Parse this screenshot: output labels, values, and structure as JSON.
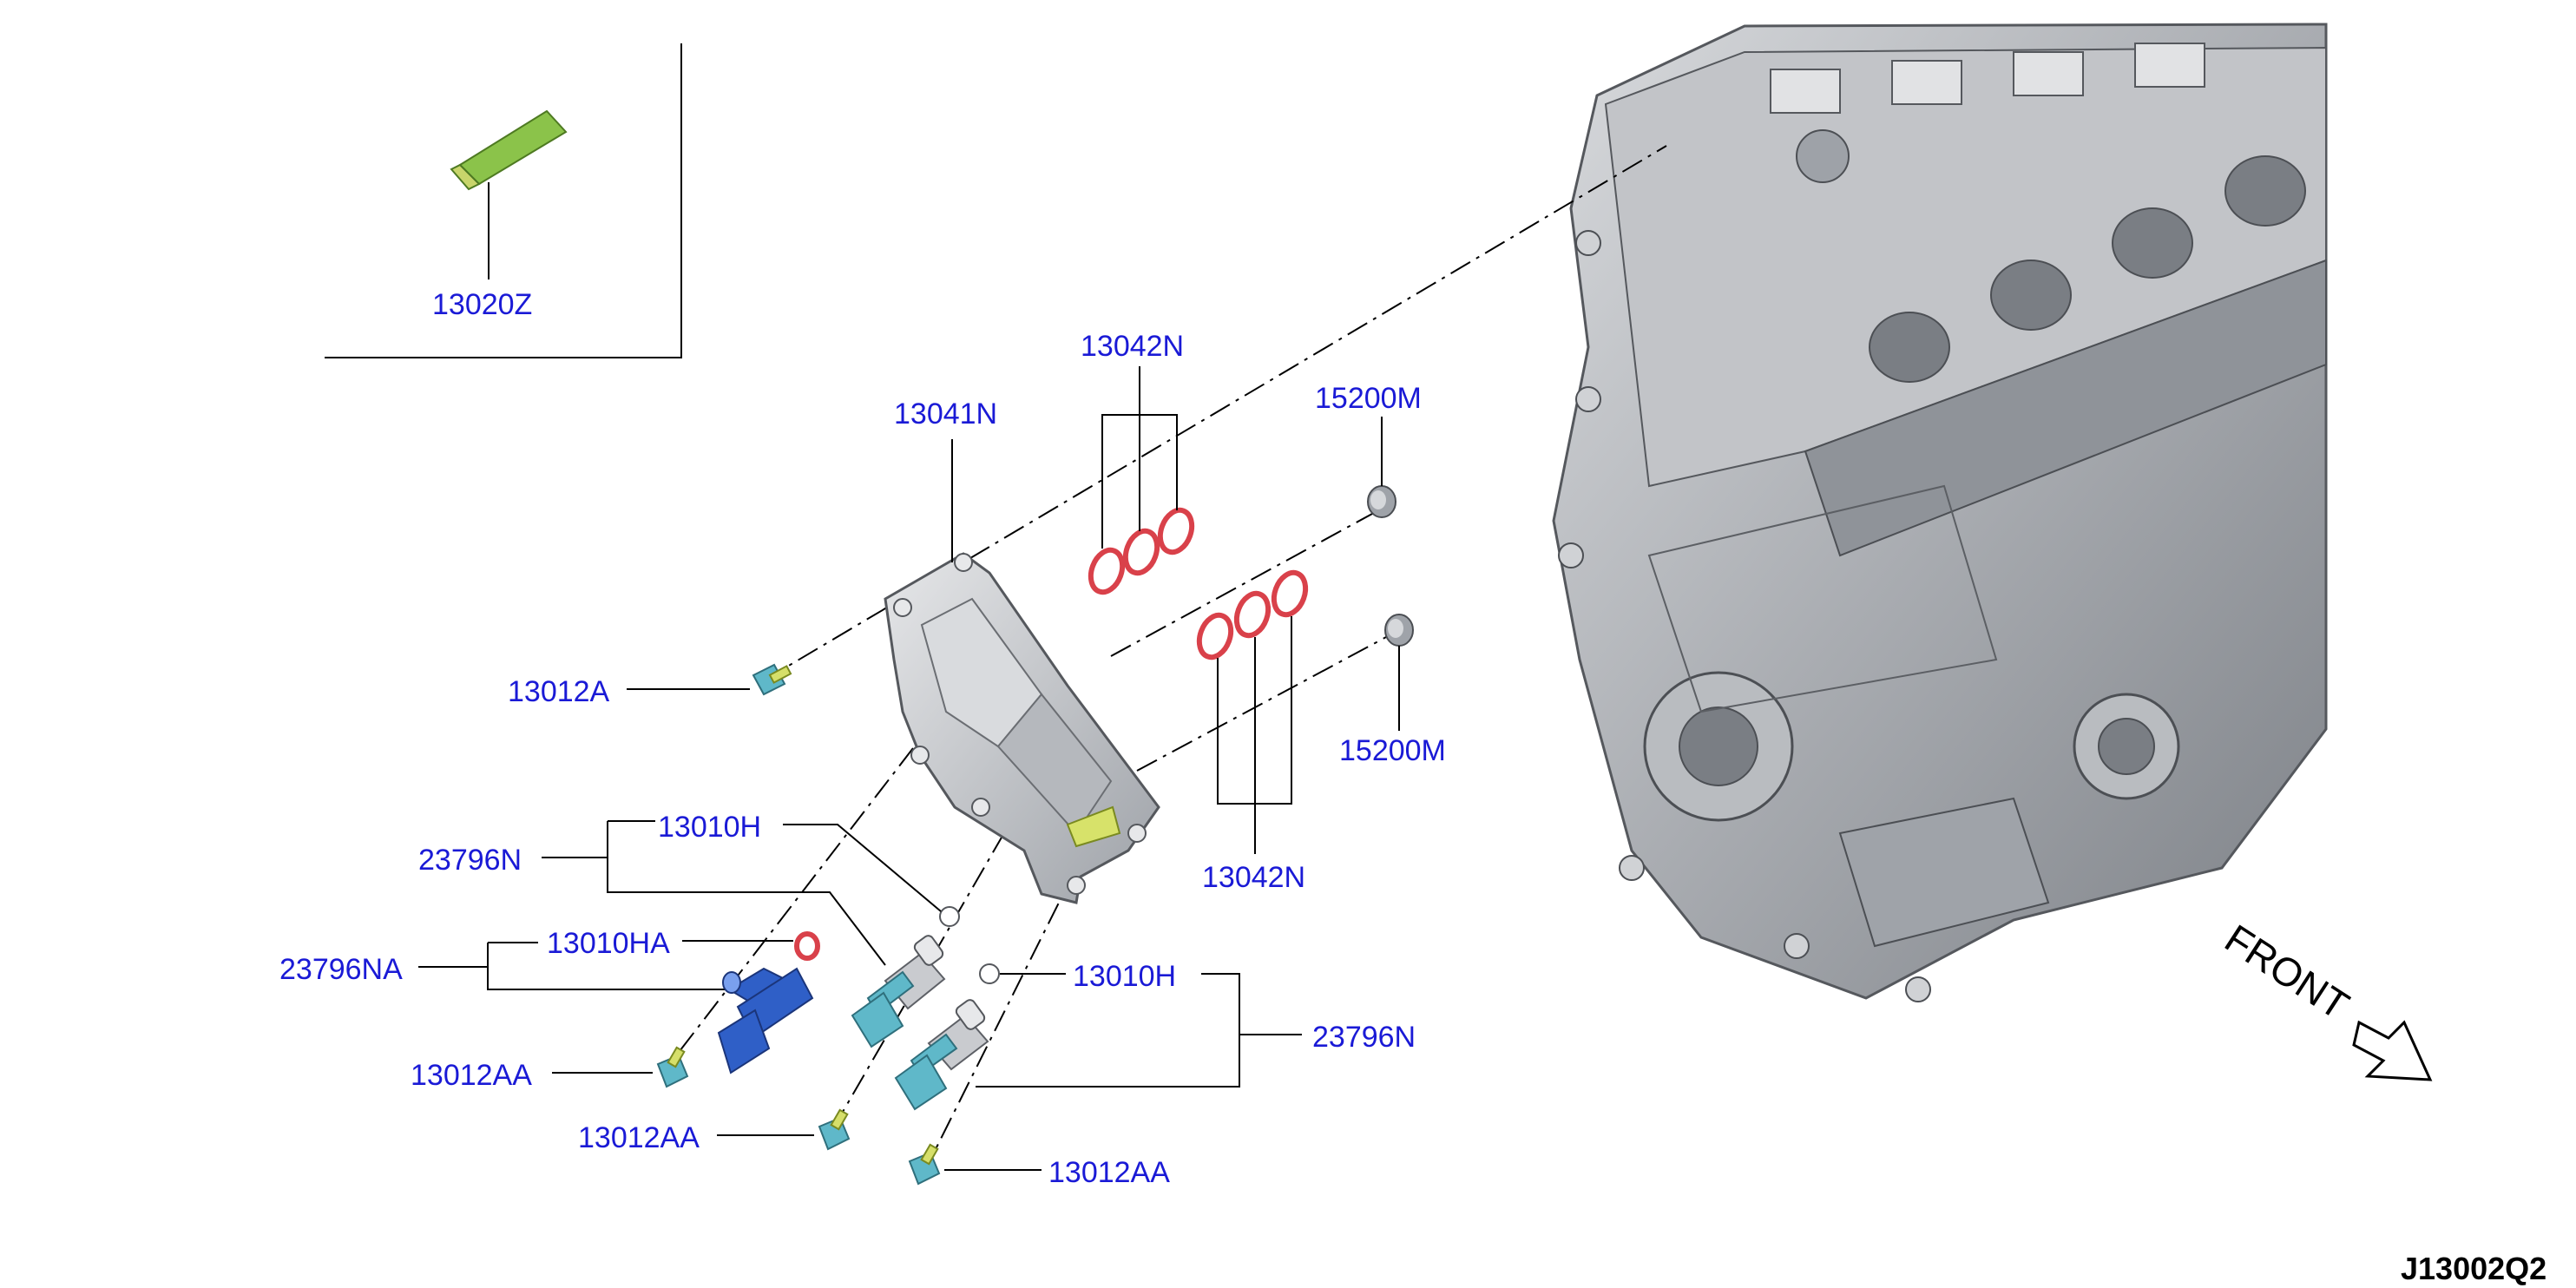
{
  "labels": {
    "sealant": "13020Z",
    "cover": "13041N",
    "orings_top": "13042N",
    "orings_bottom": "13042N",
    "plug_top": "15200M",
    "plug_bottom": "15200M",
    "bolt_cover": "13012A",
    "seal_a": "13010H",
    "seal_b": "13010H",
    "seal_ha": "13010HA",
    "solenoid_a": "23796N",
    "solenoid_b": "23796N",
    "solenoid_na": "23796NA",
    "bolt_1": "13012AA",
    "bolt_2": "13012AA",
    "bolt_3": "13012AA"
  },
  "front_label": "FRONT",
  "diagram_code": "J13002Q2",
  "colors": {
    "label_blue": "#1a1ad6",
    "oring_red": "#d9414a",
    "sealant_green": "#8bc34a",
    "solenoid_teal": "#5fb8c9",
    "solenoid_blue": "#2f5fc7",
    "engine_gray": "#a9acb1"
  }
}
